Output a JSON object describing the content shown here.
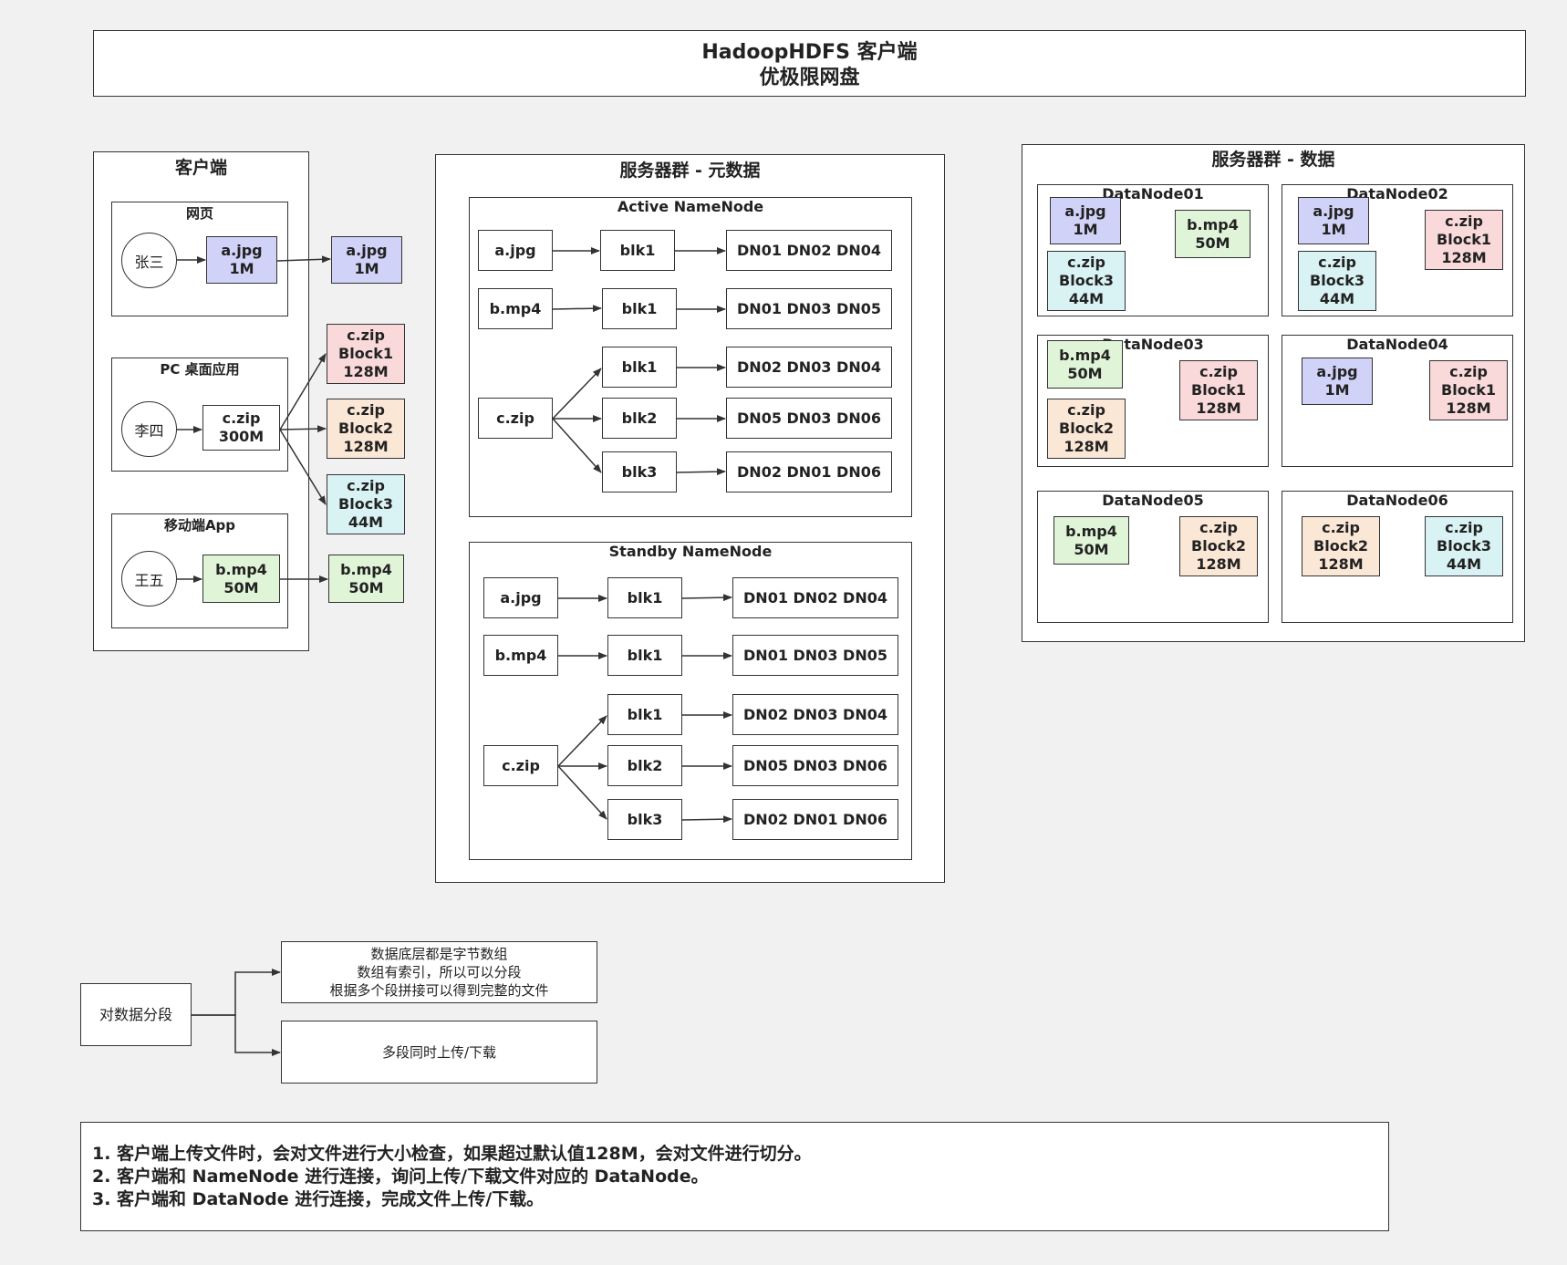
{
  "title": {
    "line1": "HadoopHDFS 客户端",
    "line2": "优极限网盘"
  },
  "client": {
    "title": "客户端",
    "web": {
      "label": "网页",
      "user": "张三",
      "file": "a.jpg\n1M",
      "uploaded": "a.jpg\n1M"
    },
    "pc": {
      "label": "PC 桌面应用",
      "user": "李四",
      "file": "c.zip\n300M",
      "blocks": [
        "c.zip\nBlock1\n128M",
        "c.zip\nBlock2\n128M",
        "c.zip\nBlock3\n44M"
      ]
    },
    "mobile": {
      "label": "移动端App",
      "user": "王五",
      "file": "b.mp4\n50M",
      "uploaded": "b.mp4\n50M"
    }
  },
  "metadata": {
    "title": "服务器群 - 元数据",
    "active": {
      "label": "Active NameNode",
      "files": [
        "a.jpg",
        "b.mp4",
        "c.zip"
      ],
      "blocks": [
        "blk1",
        "blk1",
        "blk1",
        "blk2",
        "blk3"
      ],
      "locations": [
        "DN01 DN02 DN04",
        "DN01 DN03 DN05",
        "DN02 DN03 DN04",
        "DN05 DN03 DN06",
        "DN02 DN01 DN06"
      ]
    },
    "standby": {
      "label": "Standby NameNode",
      "files": [
        "a.jpg",
        "b.mp4",
        "c.zip"
      ],
      "blocks": [
        "blk1",
        "blk1",
        "blk1",
        "blk2",
        "blk3"
      ],
      "locations": [
        "DN01 DN02 DN04",
        "DN01 DN03 DN05",
        "DN02 DN03 DN04",
        "DN05 DN03 DN06",
        "DN02 DN01 DN06"
      ]
    }
  },
  "data": {
    "title": "服务器群 - 数据",
    "nodes": [
      {
        "name": "DataNode01",
        "items": [
          "a.jpg\n1M",
          "b.mp4\n50M",
          "c.zip\nBlock3\n44M"
        ]
      },
      {
        "name": "DataNode02",
        "items": [
          "a.jpg\n1M",
          "c.zip\nBlock1\n128M",
          "c.zip\nBlock3\n44M"
        ]
      },
      {
        "name": "DataNode03",
        "items": [
          "b.mp4\n50M",
          "c.zip\nBlock1\n128M",
          "c.zip\nBlock2\n128M"
        ]
      },
      {
        "name": "DataNode04",
        "items": [
          "a.jpg\n1M",
          "c.zip\nBlock1\n128M"
        ]
      },
      {
        "name": "DataNode05",
        "items": [
          "b.mp4\n50M",
          "c.zip\nBlock2\n128M"
        ]
      },
      {
        "name": "DataNode06",
        "items": [
          "c.zip\nBlock2\n128M",
          "c.zip\nBlock3\n44M"
        ]
      }
    ]
  },
  "segment": {
    "root": "对数据分段",
    "reasons": [
      "数据底层都是字节数组\n数组有索引，所以可以分段\n根据多个段拼接可以得到完整的文件",
      "多段同时上传/下载"
    ]
  },
  "notes": [
    "1. 客户端上传文件时，会对文件进行大小检查，如果超过默认值128M，会对文件进行切分。",
    "2. 客户端和 NameNode 进行连接，询问上传/下载文件对应的 DataNode。",
    "3. 客户端和 DataNode 进行连接，完成文件上传/下载。"
  ],
  "colors": {
    "a_jpg": "#d0d2f7",
    "b_mp4": "#e0f4d8",
    "block1": "#f9d9d9",
    "block2": "#fbe7d6",
    "block3": "#d9f3f4"
  }
}
